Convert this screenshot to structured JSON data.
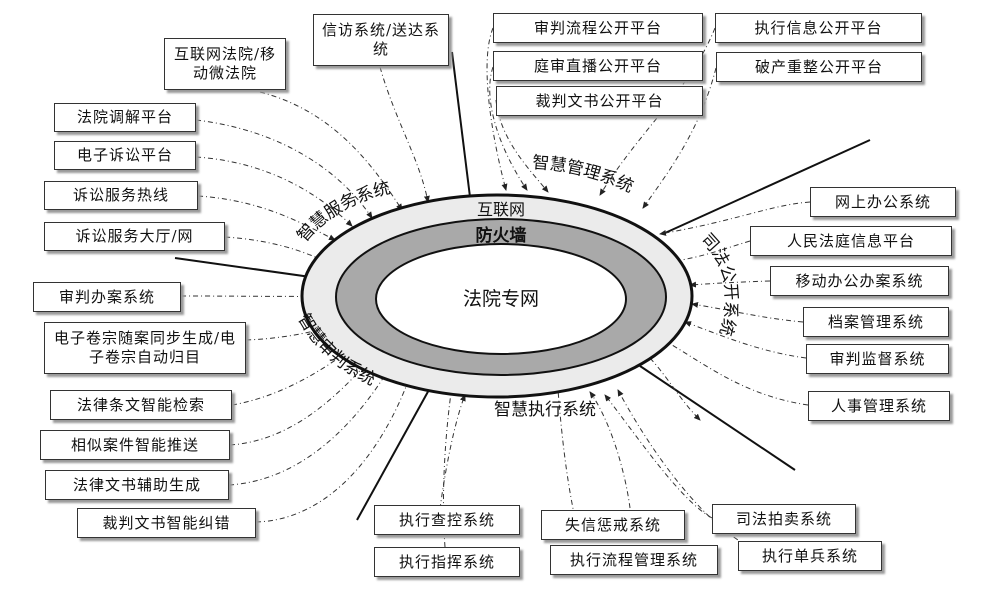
{
  "core": {
    "center": "法院专网",
    "ring_outer": "互联网",
    "ring_inner": "防火墙"
  },
  "arc_labels": {
    "service": "智慧服务系统",
    "management": "智慧管理系统",
    "judicial_open": "司法公开系统",
    "trial": "智慧审判系统",
    "execution": "智慧执行系统"
  },
  "boxes": {
    "b01": "信访系统/送达系统",
    "b02": "互联网法院/移动微法院",
    "b03": "法院调解平台",
    "b04": "电子诉讼平台",
    "b05": "诉讼服务热线",
    "b06": "诉讼服务大厅/网",
    "b07": "审判流程公开平台",
    "b08": "庭审直播公开平台",
    "b09": "裁判文书公开平台",
    "b10": "执行信息公开平台",
    "b11": "破产重整公开平台",
    "b12": "网上办公系统",
    "b13": "人民法庭信息平台",
    "b14": "移动办公办案系统",
    "b15": "档案管理系统",
    "b16": "审判监督系统",
    "b17": "人事管理系统",
    "b18": "审判办案系统",
    "b19": "电子卷宗随案同步生成/电子卷宗自动归目",
    "b20": "法律条文智能检索",
    "b21": "相似案件智能推送",
    "b22": "法律文书辅助生成",
    "b23": "裁判文书智能纠错",
    "b24": "执行查控系统",
    "b25": "执行指挥系统",
    "b26": "失信惩戒系统",
    "b27": "执行流程管理系统",
    "b28": "司法拍卖系统",
    "b29": "执行单兵系统"
  }
}
